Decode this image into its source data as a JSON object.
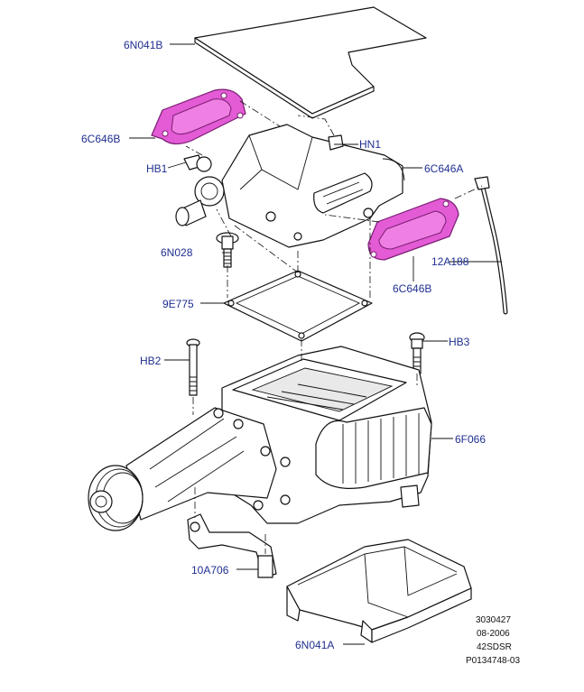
{
  "colors": {
    "callout_text": "#1f2f8f",
    "line": "#111111",
    "highlight_gasket": "#e35bd5",
    "background": "#ffffff"
  },
  "callouts": {
    "c1": "6N041B",
    "c2": "6C646B",
    "c3": "HN1",
    "c4": "HB1",
    "c5": "6C646A",
    "c6": "6N028",
    "c7": "12A188",
    "c8": "6C646B",
    "c9": "9E775",
    "c10": "HB3",
    "c11": "HB2",
    "c12": "6F066",
    "c13": "10A706",
    "c14": "6N041A"
  },
  "stamp": {
    "line1": "3030427",
    "line2": "08-2006",
    "line3": "42SDSR",
    "line4": "P0134748-03"
  }
}
